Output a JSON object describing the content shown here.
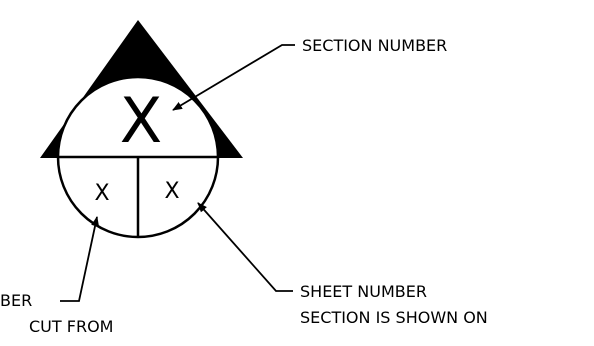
{
  "section_symbol": {
    "section_number_value": "X",
    "sheet_cut_from_value": "X",
    "sheet_shown_on_value": "X",
    "colors": {
      "ink": "#000000",
      "background": "#ffffff"
    }
  },
  "callouts": {
    "section_number_label": "SECTION NUMBER",
    "sheet_cut_from_line1": "BER",
    "sheet_cut_from_line2": "CUT FROM",
    "sheet_shown_on_line1": "SHEET NUMBER",
    "sheet_shown_on_line2": "SECTION IS SHOWN ON"
  }
}
